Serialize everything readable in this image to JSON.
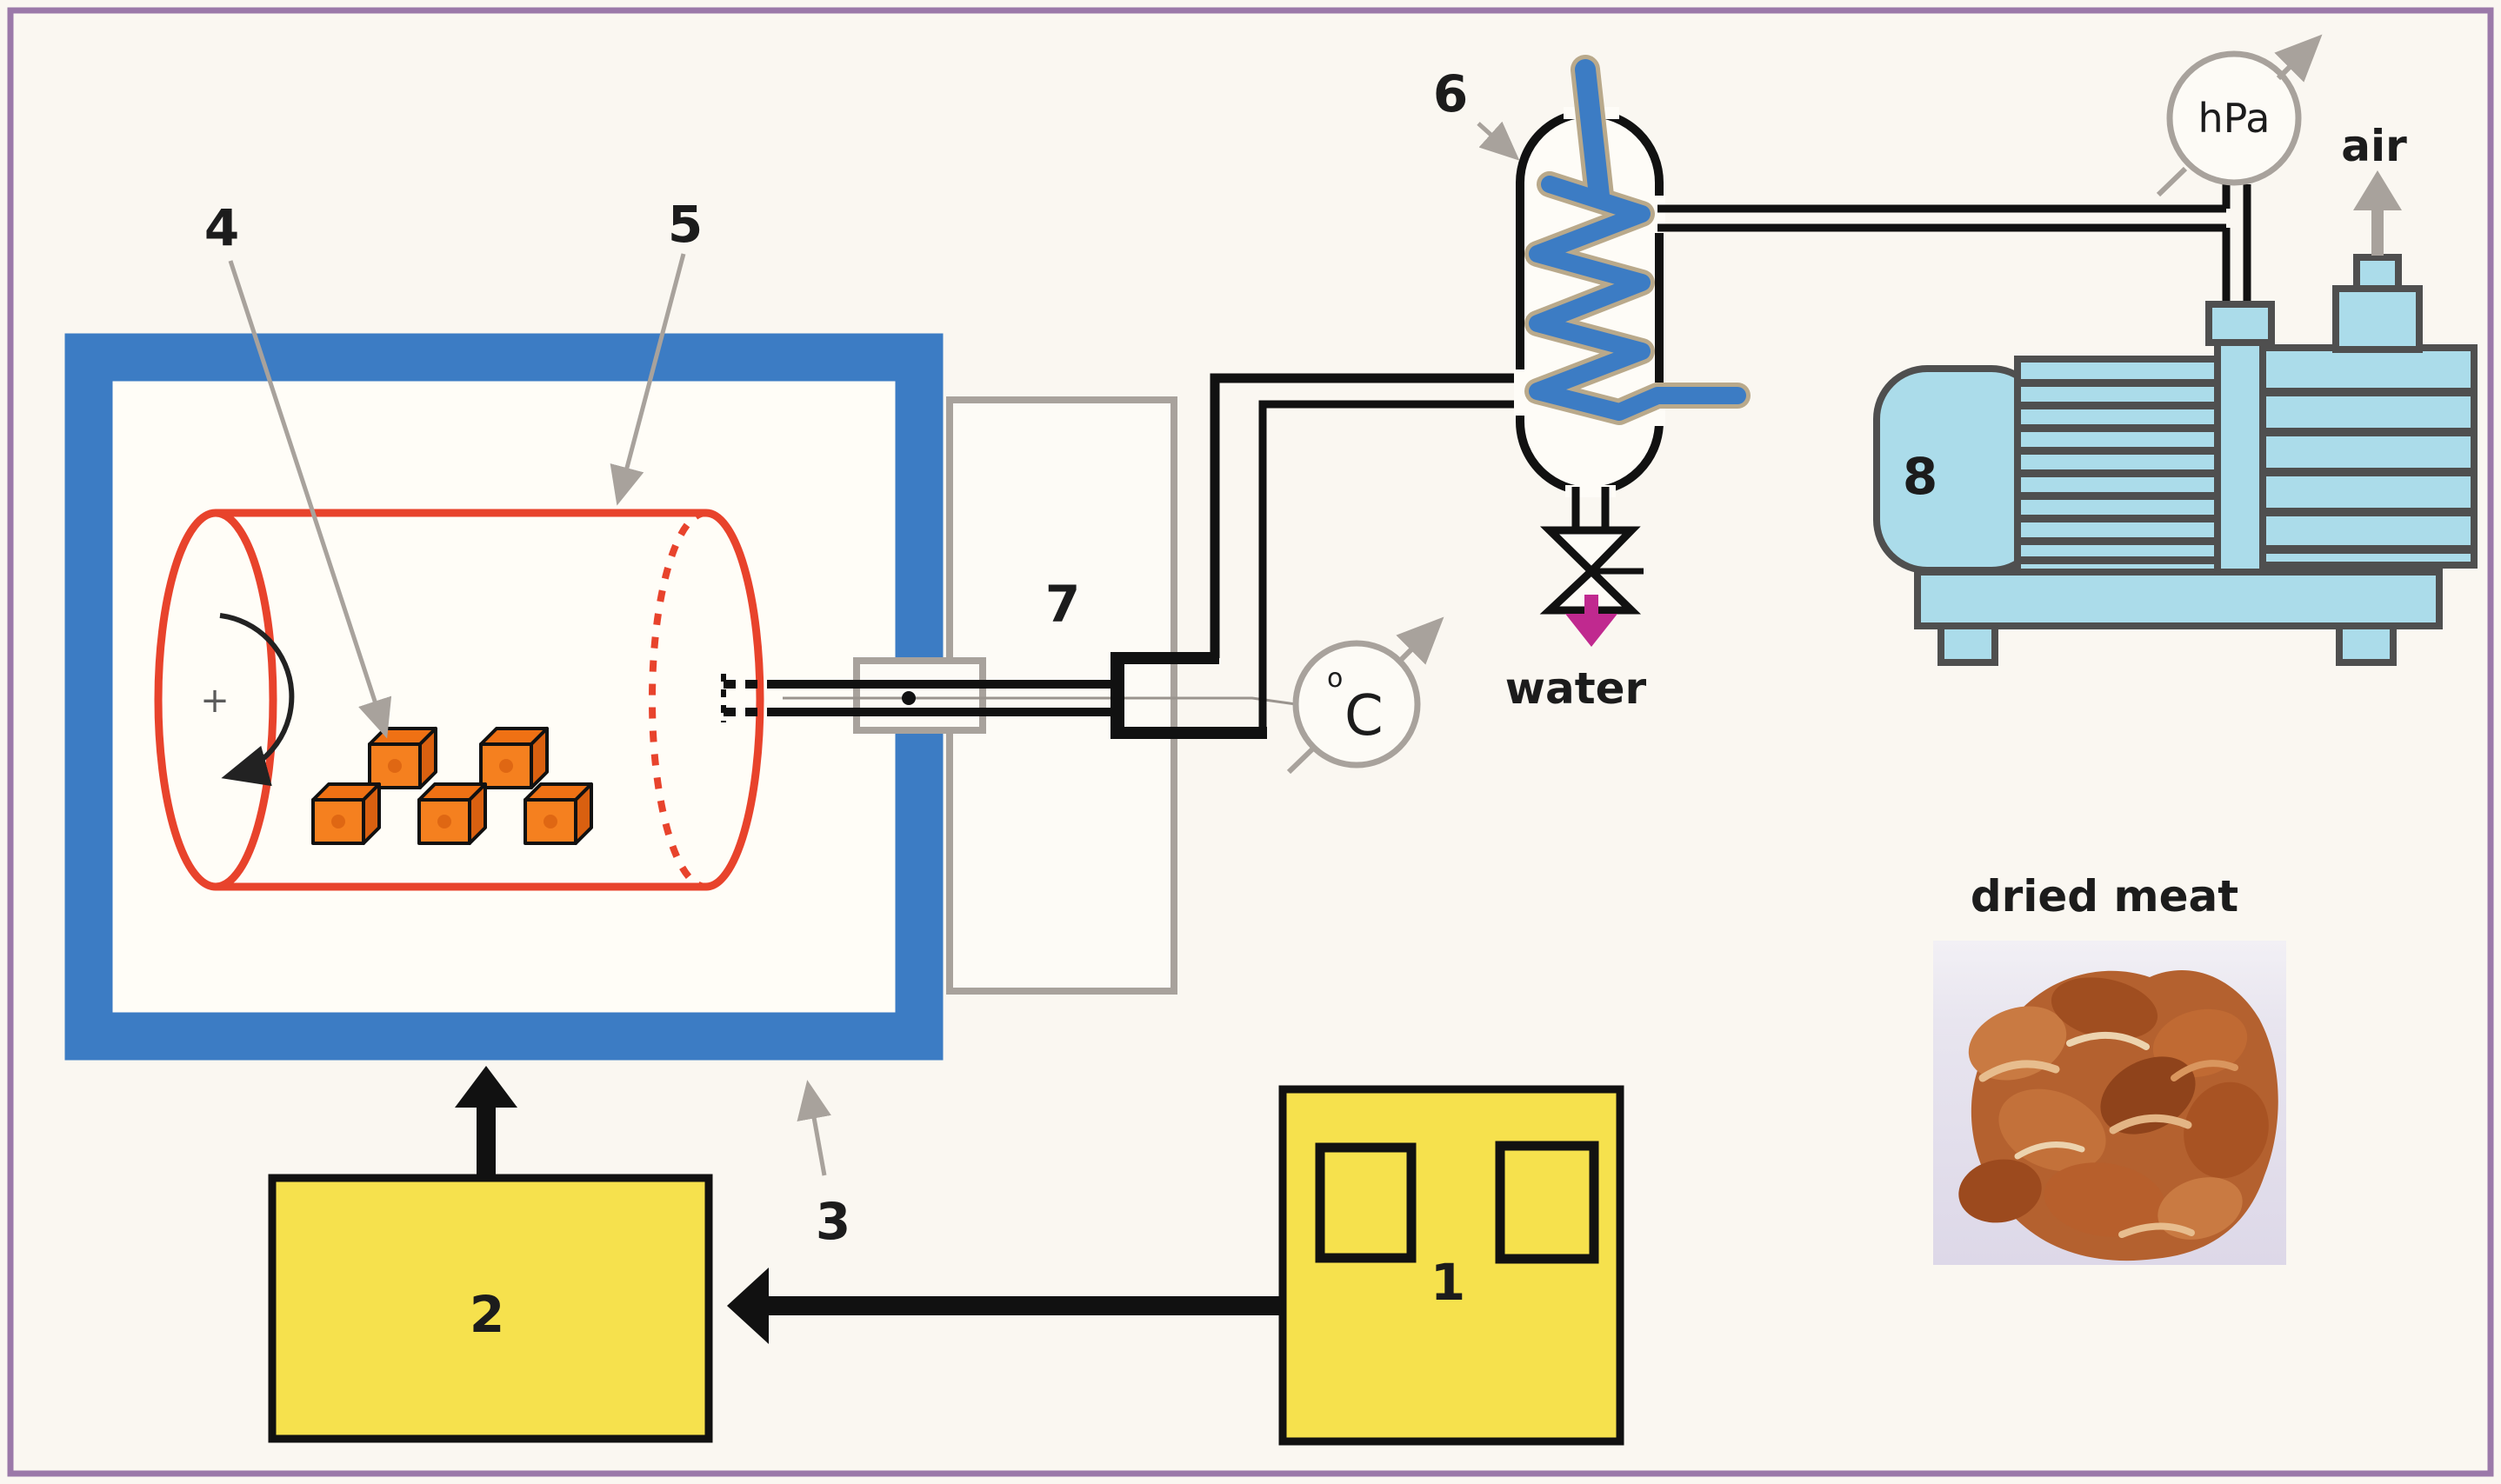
{
  "figure": {
    "description": "microwave-vacuum drying rig schematic",
    "component_labels": {
      "n1": "1",
      "n2": "2",
      "n3": "3",
      "n4": "4",
      "n5": "5",
      "n6": "6",
      "n7": "7",
      "n8": "8"
    },
    "texts": {
      "water": "water",
      "air": "air",
      "dried_meat": "dried meat",
      "pressure_unit": "hPa",
      "temp_sup": "o",
      "temp_main": "C",
      "plus": "+"
    }
  },
  "colors": {
    "bg": "#faf7f1",
    "frame": "#9b79a9",
    "blue": "#3c7cc4",
    "red": "#e8432c",
    "orange": "#f5801f",
    "orangeTop": "#ef7114",
    "orangeSide": "#d96010",
    "yellow": "#f6e14d",
    "pumpFill": "#abdcea",
    "pumpLine": "#4f4f4f",
    "gray": "#a8a29c",
    "dark": "#1c1c1c",
    "magenta": "#c0298f",
    "tan": "#b9a98b",
    "meat": "#b4612f",
    "photoBg": "#e8e5ef"
  }
}
